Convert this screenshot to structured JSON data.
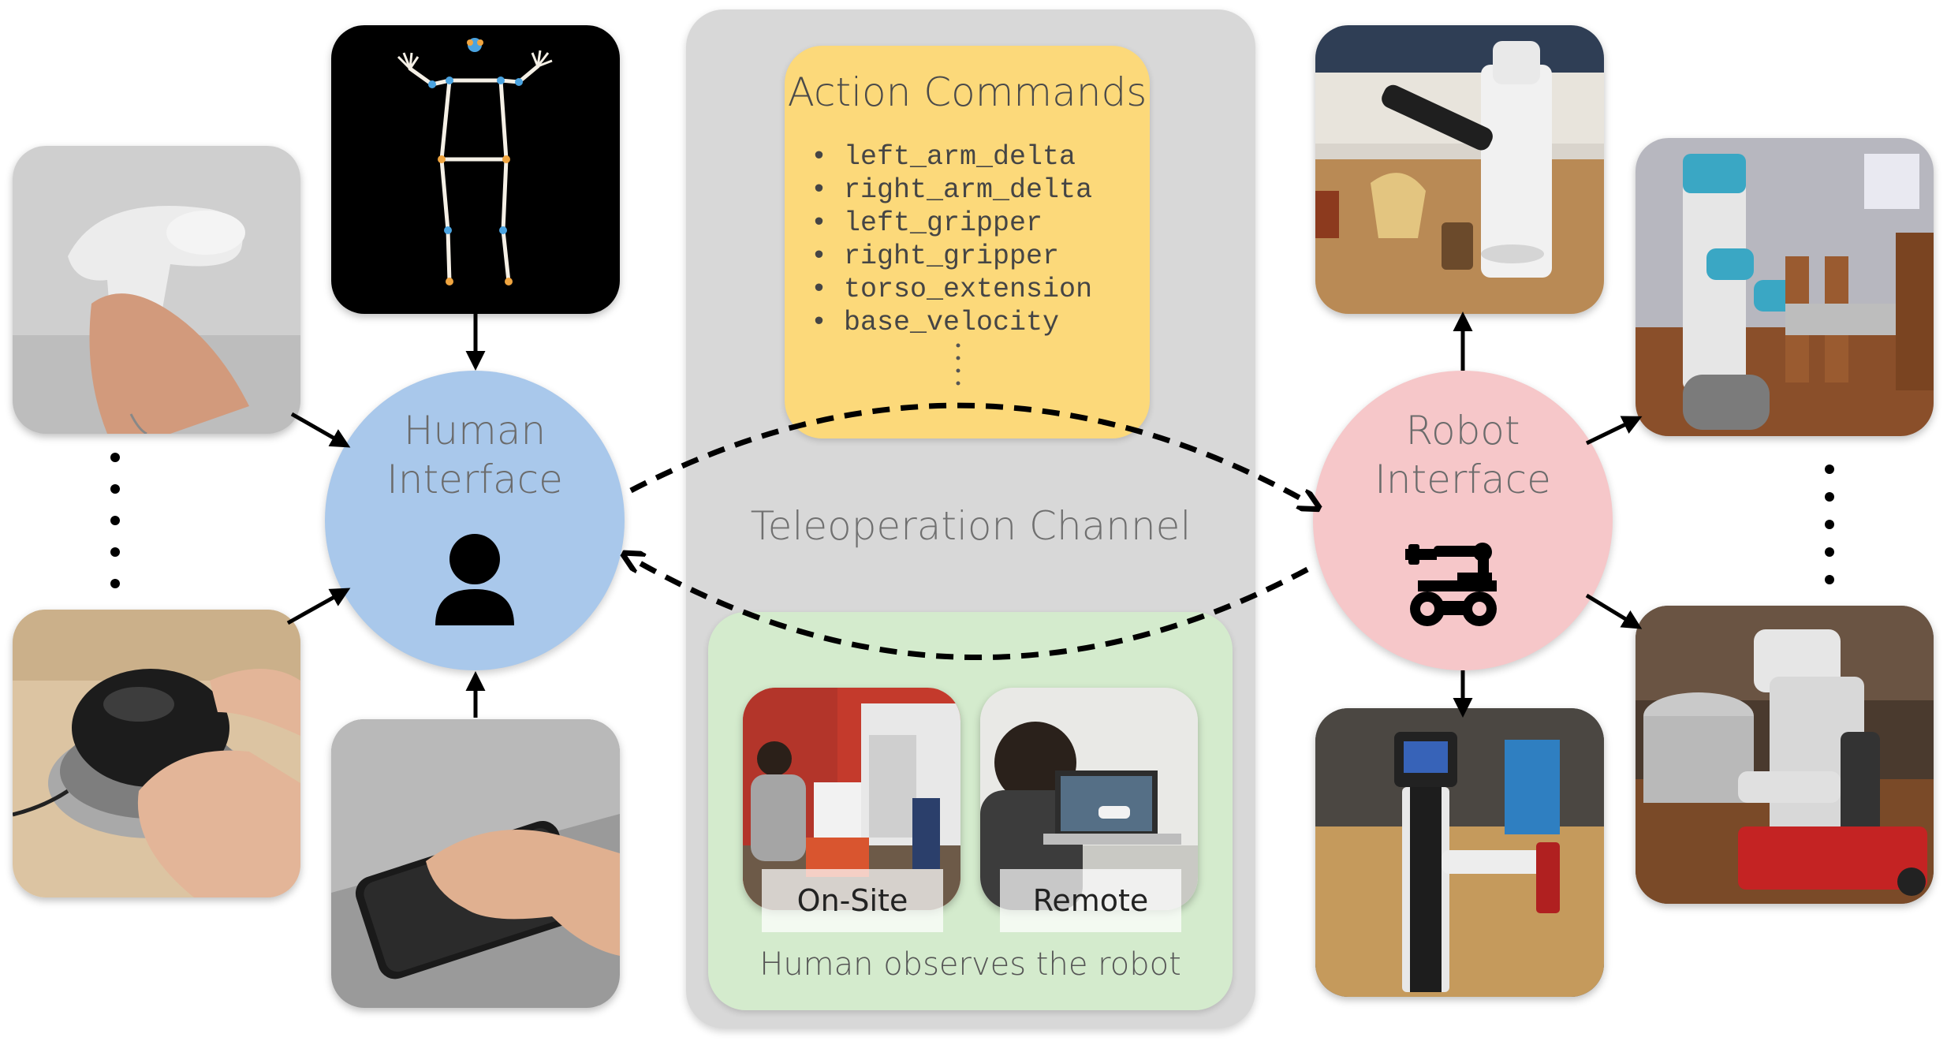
{
  "action_commands": {
    "title": "Action Commands",
    "items": [
      "left_arm_delta",
      "right_arm_delta",
      "left_gripper",
      "right_gripper",
      "torso_extension",
      "base_velocity"
    ]
  },
  "channel": {
    "label": "Teleoperation Channel"
  },
  "observation": {
    "caption": "Human observes the robot",
    "on_site_label": "On-Site",
    "remote_label": "Remote"
  },
  "human_interface": {
    "line1": "Human",
    "line2": "Interface",
    "icon": "person-icon"
  },
  "robot_interface": {
    "line1": "Robot",
    "line2": "Interface",
    "icon": "robot-icon"
  },
  "colors": {
    "human": "#a9c8eb",
    "robot": "#f6c7c9",
    "action_box": "#fcd97a",
    "observe_box": "#d4ebcd",
    "channel": "#d8d8d8"
  }
}
